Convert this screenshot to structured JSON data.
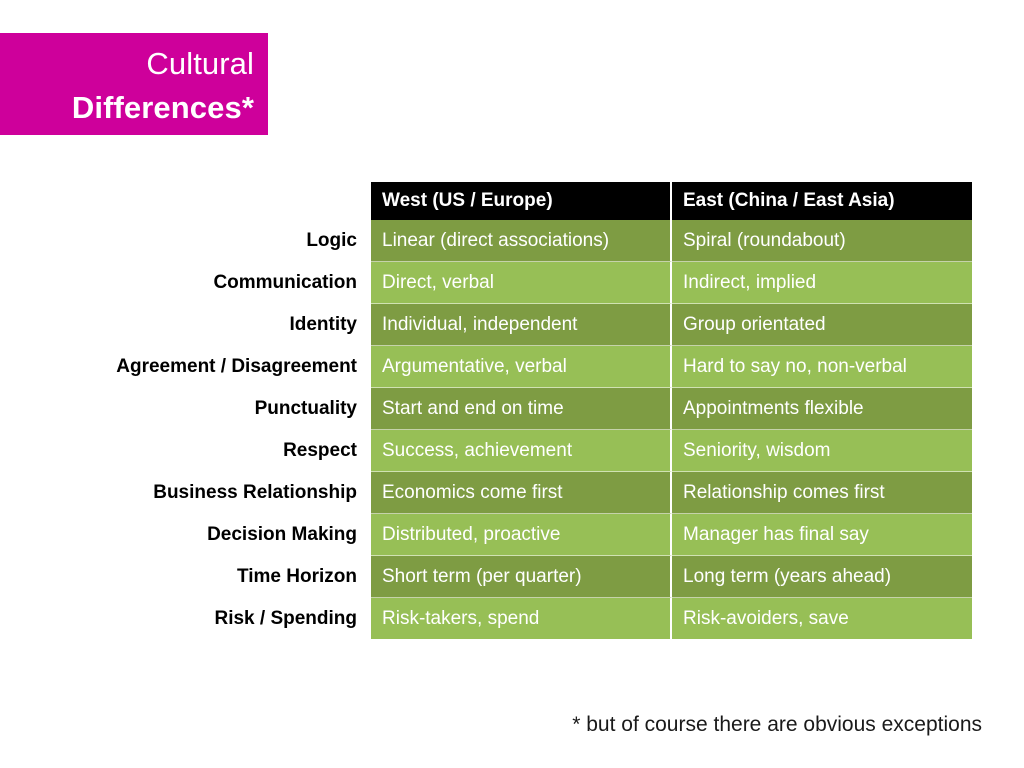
{
  "slide": {
    "title_line1": "Cultural",
    "title_line2": "Differences*",
    "footnote": "* but of course there are obvious exceptions"
  },
  "colors": {
    "title_background": "#CE009B",
    "title_text": "#FFFFFF",
    "header_background": "#000000",
    "header_text": "#FFFFFF",
    "band_dark": "#7E9C43",
    "band_light": "#97BF56",
    "cell_text": "#FFFFFF",
    "label_text": "#000000",
    "page_background": "#FFFFFF"
  },
  "table": {
    "corner_label": "",
    "columns": [
      {
        "key": "label",
        "header": ""
      },
      {
        "key": "west",
        "header": "West (US / Europe)"
      },
      {
        "key": "east",
        "header": "East (China / East Asia)"
      }
    ],
    "rows": [
      {
        "label": "Logic",
        "west": "Linear (direct associations)",
        "east": "Spiral (roundabout)",
        "band": "dark"
      },
      {
        "label": "Communication",
        "west": "Direct, verbal",
        "east": "Indirect, implied",
        "band": "light"
      },
      {
        "label": "Identity",
        "west": "Individual, independent",
        "east": "Group orientated",
        "band": "dark"
      },
      {
        "label": "Agreement / Disagreement",
        "west": "Argumentative, verbal",
        "east": "Hard to say no, non-verbal",
        "band": "light"
      },
      {
        "label": "Punctuality",
        "west": "Start and end on time",
        "east": "Appointments flexible",
        "band": "dark"
      },
      {
        "label": "Respect",
        "west": "Success, achievement",
        "east": "Seniority, wisdom",
        "band": "light"
      },
      {
        "label": "Business Relationship",
        "west": "Economics come first",
        "east": "Relationship comes first",
        "band": "dark"
      },
      {
        "label": "Decision Making",
        "west": "Distributed, proactive",
        "east": "Manager has final say",
        "band": "light"
      },
      {
        "label": "Time Horizon",
        "west": "Short term (per quarter)",
        "east": "Long term (years ahead)",
        "band": "dark"
      },
      {
        "label": "Risk / Spending",
        "west": "Risk-takers, spend",
        "east": "Risk-avoiders, save",
        "band": "light"
      }
    ]
  }
}
